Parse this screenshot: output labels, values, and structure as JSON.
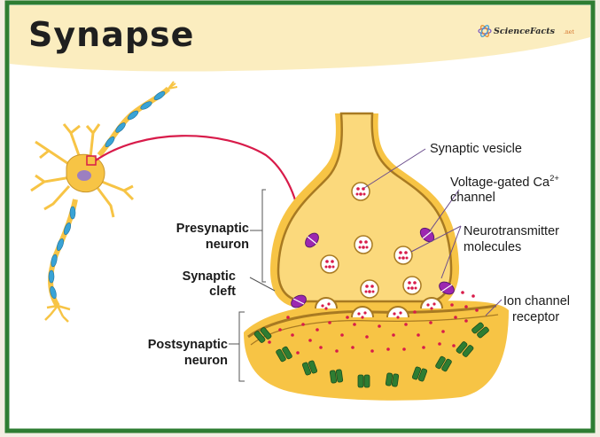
{
  "title": "Synapse",
  "logo": {
    "text": "ScienceFacts",
    "suffix": ".net",
    "icon": "atom-icon"
  },
  "labels": {
    "synaptic_vesicle": "Synaptic vesicle",
    "vgcc_line1": "Voltage-gated Ca",
    "vgcc_sup": "2+",
    "vgcc_line2": "channel",
    "nt_line1": "Neurotransmitter",
    "nt_line2": "molecules",
    "ion_line1": "Ion channel",
    "ion_line2": "receptor",
    "pre_line1": "Presynaptic",
    "pre_line2": "neuron",
    "cleft_line1": "Synaptic",
    "cleft_line2": "cleft",
    "post_line1": "Postsynaptic",
    "post_line2": "neuron"
  },
  "colors": {
    "border": "#2e7d32",
    "header_band": "#fbedbf",
    "neuron_fill": "#f7c445",
    "neuron_inner": "#fbd97c",
    "membrane": "#a87a22",
    "axon_myelin": "#39a3d6",
    "vesicle_dot": "#d81b4a",
    "channel_purple": "#9c27b0",
    "receptor_green": "#2e7d32",
    "arrow": "#d81b4a"
  }
}
